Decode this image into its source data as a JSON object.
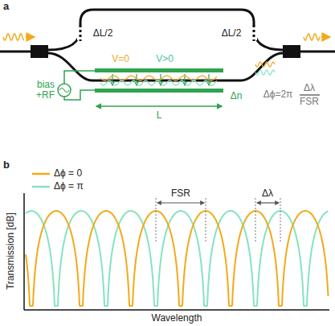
{
  "diagram": {
    "labels": [
      "a",
      "ΔL/2",
      "ΔL/2",
      "V=0",
      "V>0",
      "bias +RF",
      "Δn",
      "L",
      "Δϕ=2π",
      "Δλ",
      "FSR",
      "b",
      "FSR",
      "Δλ",
      "Transmission [dB]",
      "Wavelength"
    ],
    "legend": [
      {
        "text": "Δϕ = 0"
      },
      {
        "text": "Δϕ = π"
      }
    ]
  }
}
